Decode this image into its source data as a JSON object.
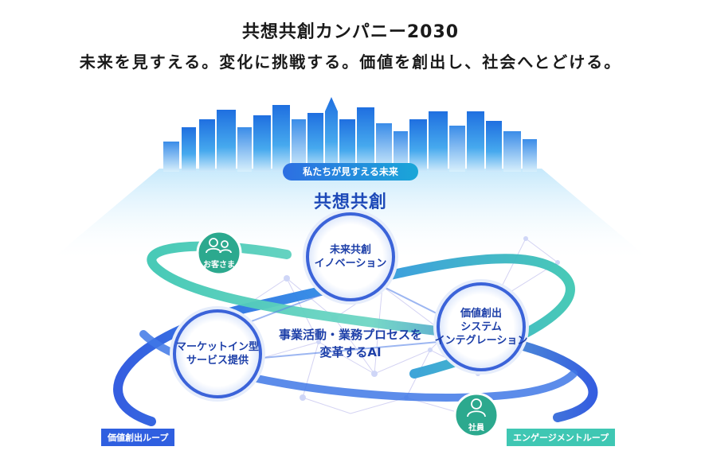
{
  "header": {
    "title": "共想共創カンパニー2030",
    "subtitle": "未来を見すえる。変化に挑戦する。価値を創出し、社会へとどける。"
  },
  "diagram": {
    "future_label": "私たちが見すえる未来",
    "center_heading": "共想共創",
    "nodes": {
      "innovation": [
        "未来共創",
        "イノベーション"
      ],
      "market_in": [
        "マーケットイン型",
        "サービス提供"
      ],
      "integration": [
        "価値創出",
        "システム",
        "インテグレーション"
      ]
    },
    "center_text": [
      "事業活動・業務プロセスを",
      "変革するAI"
    ],
    "customers_label": "お客さま",
    "employees_label": "社員",
    "loop_value": "価値創出ループ",
    "loop_engagement": "エンゲージメントループ"
  },
  "colors": {
    "loop_blue": "#2f5fe0",
    "loop_teal": "#3fc7b3",
    "node_text": "#1d3fa8",
    "person_badge": "#2ca98e"
  }
}
